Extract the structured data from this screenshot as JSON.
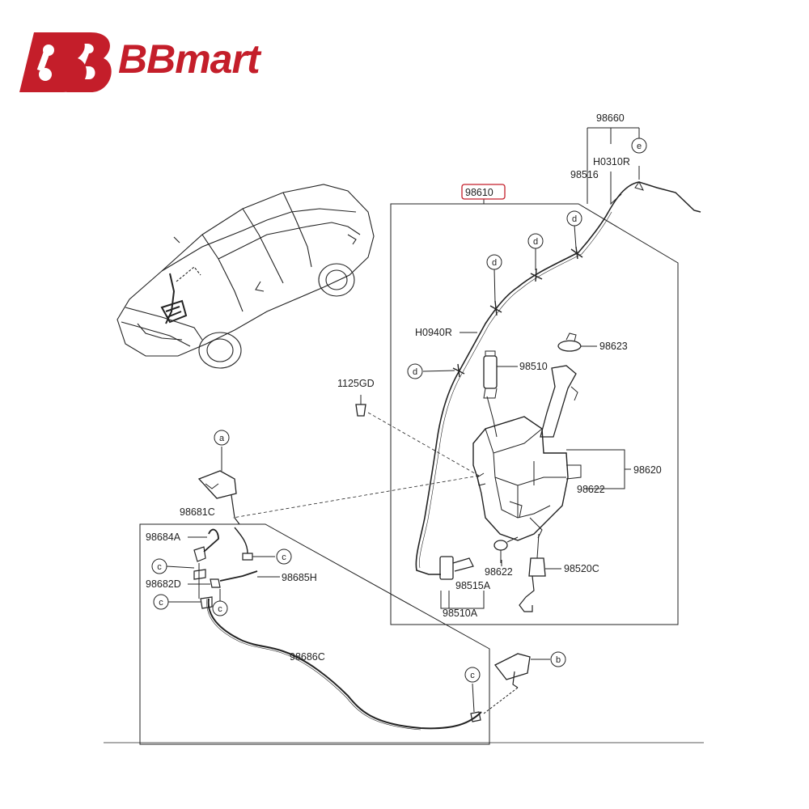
{
  "brand": {
    "name": "BBmart",
    "color": "#c41e2a"
  },
  "labels": {
    "assembly": "98610",
    "p98660": "98660",
    "pH0310R": "H0310R",
    "p98516": "98516",
    "pH0940R": "H0940R",
    "p98623": "98623",
    "p98510": "98510",
    "p1125GD": "1125GD",
    "p98620": "98620",
    "p98622a": "98622",
    "p98622b": "98622",
    "p98515A": "98515A",
    "p98520C": "98520C",
    "p98510A": "98510A",
    "p98681C": "98681C",
    "p98684A": "98684A",
    "p98682D": "98682D",
    "p98685H": "98685H",
    "p98686C": "98686C"
  },
  "callouts": {
    "a": "a",
    "b": "b",
    "c": "c",
    "d": "d",
    "e": "e"
  }
}
